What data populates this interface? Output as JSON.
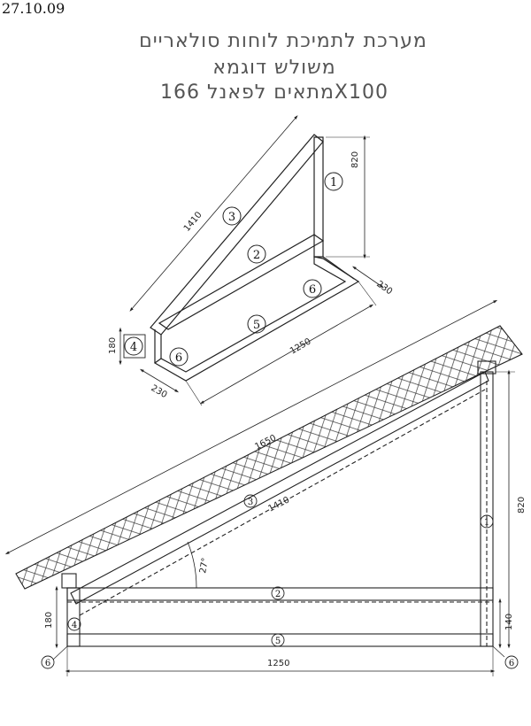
{
  "header": {
    "date": "27.10.09",
    "title_line1": "מערכת לתמיכת לוחות סולאריים",
    "title_line2": "משולש דוגמא",
    "title_line3": "מתאים לפאנל 166X100"
  },
  "iso_view": {
    "dims": {
      "height": "820",
      "diagonal": "1410",
      "base": "1250",
      "depth_right": "230",
      "depth_left": "230",
      "front_height": "180"
    },
    "parts": [
      "1",
      "2",
      "3",
      "4",
      "5",
      "6",
      "6"
    ]
  },
  "side_view": {
    "dims": {
      "roof_length": "1650",
      "diagonal": "1410",
      "angle": "27°",
      "height": "820",
      "base_height": "180",
      "base_rail": "140",
      "base": "1250"
    },
    "parts": [
      "1",
      "2",
      "3",
      "4",
      "5",
      "6",
      "6"
    ]
  }
}
